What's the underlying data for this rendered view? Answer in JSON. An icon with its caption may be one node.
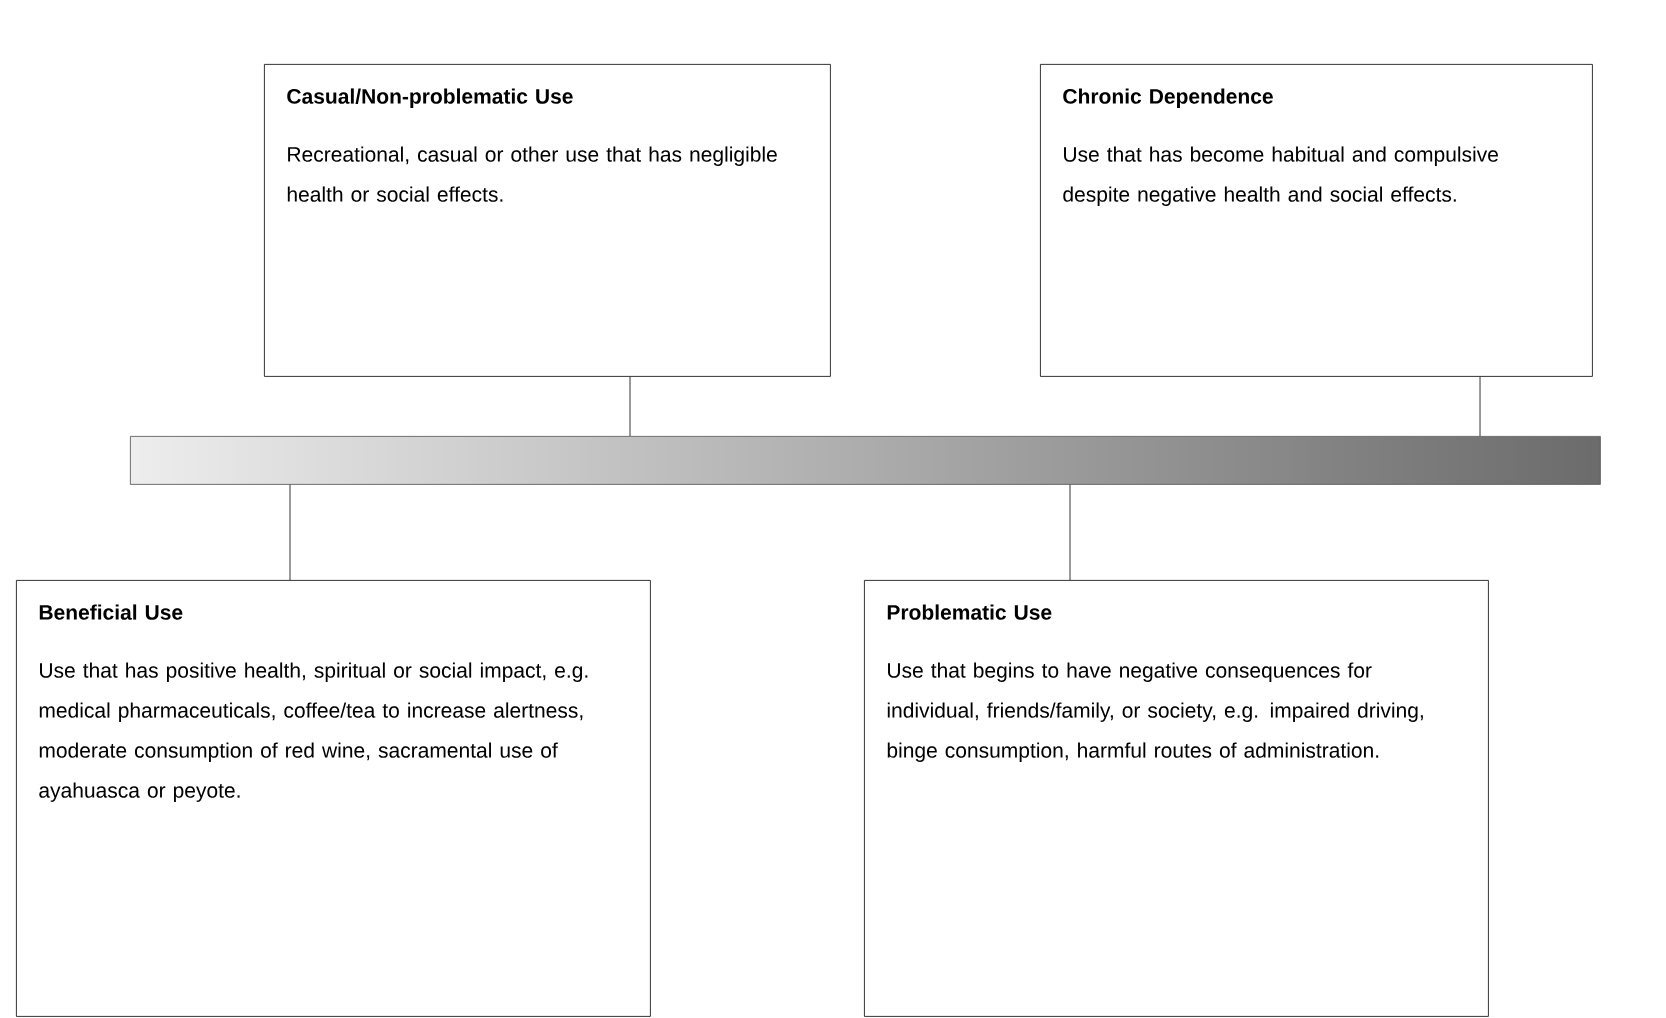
{
  "diagram": {
    "nodes": [
      {
        "text": [
          "Casual/Non-problematic Use",
          "Recreational, casual or other use that has negligible health or social effects."
        ]
      },
      {
        "text": [
          "Chronic Dependence",
          "Use that has become habitual and compulsive despite negative health and social effects."
        ]
      },
      {
        "text": [],
        "shape": "bar"
      },
      {
        "text": [
          "Beneficial Use",
          "Use that has positive health, spiritual or social impact, e.g. medical pharmaceuticals, coffee/tea to increase alertness, moderate consumption of red wine, sacramental use of ayahuasca or peyote."
        ]
      },
      {
        "text": [
          "Problematic Use",
          "Use that begins to have negative consequences for individual, friends/family, or society, e.g. impaired driving, binge consumption, harmful routes of administration."
        ]
      }
    ],
    "edges": [
      {
        "from": 0,
        "to": 2,
        "arrow": "none"
      },
      {
        "from": 1,
        "to": 2,
        "arrow": "none"
      },
      {
        "from": 3,
        "to": 2,
        "arrow": "none"
      },
      {
        "from": 4,
        "to": 2,
        "arrow": "none"
      }
    ]
  }
}
